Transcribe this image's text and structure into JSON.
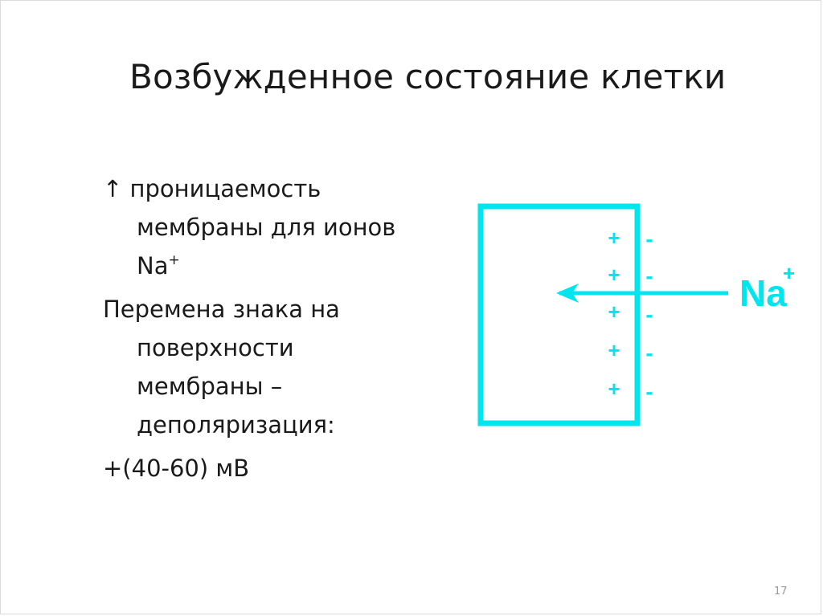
{
  "slide": {
    "title": "Возбужденное состояние клетки",
    "bullets": {
      "arrow": "↑",
      "permeability_line1": "проницаемость",
      "permeability_line2": "мембраны для ионов",
      "permeability_ion": "Na",
      "permeability_ion_charge": "+",
      "sign_change_line1": "Перемена знака на",
      "sign_change_line2": "поверхности",
      "sign_change_line3": "мембраны –",
      "sign_change_line4": "деполяризация:",
      "voltage": "+(40-60) мВ"
    },
    "diagram": {
      "inner_charges": [
        "+",
        "+",
        "+",
        "+",
        "+"
      ],
      "outer_charges": [
        "-",
        "-",
        "-",
        "-",
        "-"
      ],
      "ion_label": "Na",
      "ion_charge": "+",
      "color": "#00e5ee"
    },
    "page_number": "17"
  }
}
